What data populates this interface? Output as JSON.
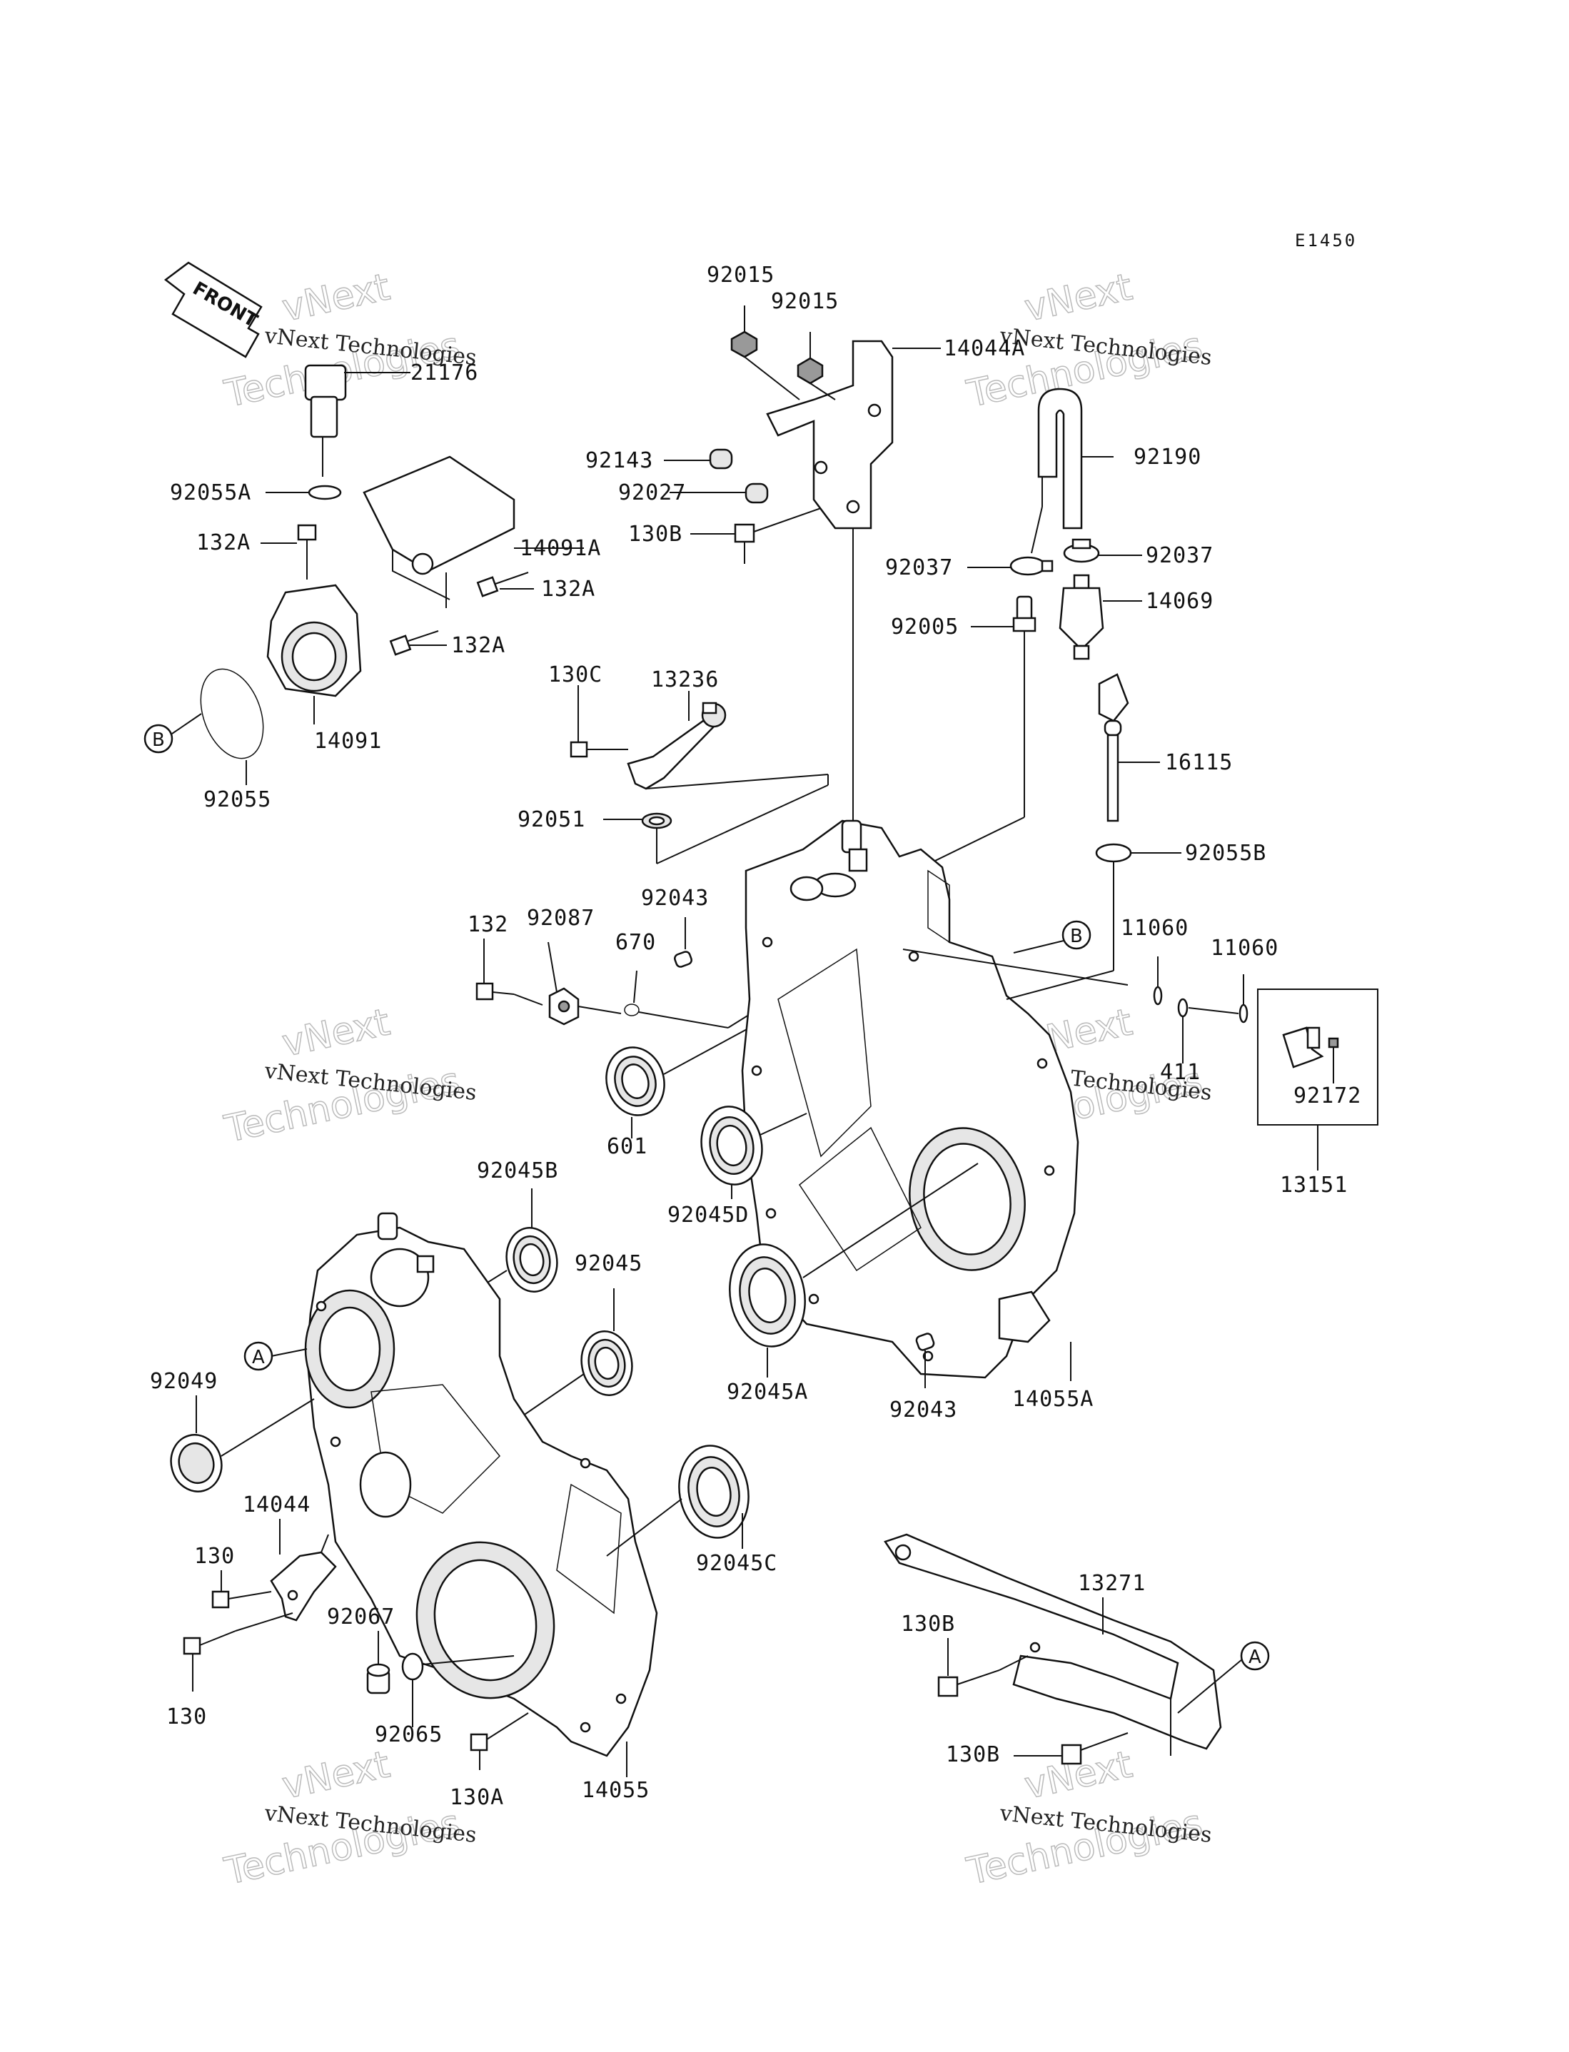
{
  "diagram_code": "E1450",
  "front_arrow": {
    "label": "FRONT"
  },
  "watermark": {
    "line1": "vNext Technologies",
    "line2": "vNext",
    "line3": "Technologies"
  },
  "callouts": {
    "a": "A",
    "b": "B"
  },
  "parts": {
    "p21176": "21176",
    "p92055A": "92055A",
    "p132A_1": "132A",
    "p14091A": "14091A",
    "p132A_2": "132A",
    "p132A_3": "132A",
    "p14091": "14091",
    "p92055": "92055",
    "p92015_1": "92015",
    "p92015_2": "92015",
    "p14044A": "14044A",
    "p92143": "92143",
    "p92027": "92027",
    "p130B_top": "130B",
    "p92190": "92190",
    "p92037_l": "92037",
    "p92037_r": "92037",
    "p14069": "14069",
    "p92005": "92005",
    "p130C": "130C",
    "p13236": "13236",
    "p16115": "16115",
    "p92051": "92051",
    "p92055B": "92055B",
    "p92043_top": "92043",
    "p11060_1": "11060",
    "p11060_2": "11060",
    "p132": "132",
    "p92087": "92087",
    "p670": "670",
    "p411": "411",
    "p92172": "92172",
    "p601": "601",
    "p13151": "13151",
    "p92045B": "92045B",
    "p92045D": "92045D",
    "p92045": "92045",
    "p92049": "92049",
    "p92045A": "92045A",
    "p92043_bot": "92043",
    "p14055A": "14055A",
    "p14044": "14044",
    "p92045C": "92045C",
    "p130_1": "130",
    "p13271": "13271",
    "p92067": "92067",
    "p130B_1": "130B",
    "p130_2": "130",
    "p92065": "92065",
    "p130B_2": "130B",
    "p130A": "130A",
    "p14055": "14055"
  }
}
